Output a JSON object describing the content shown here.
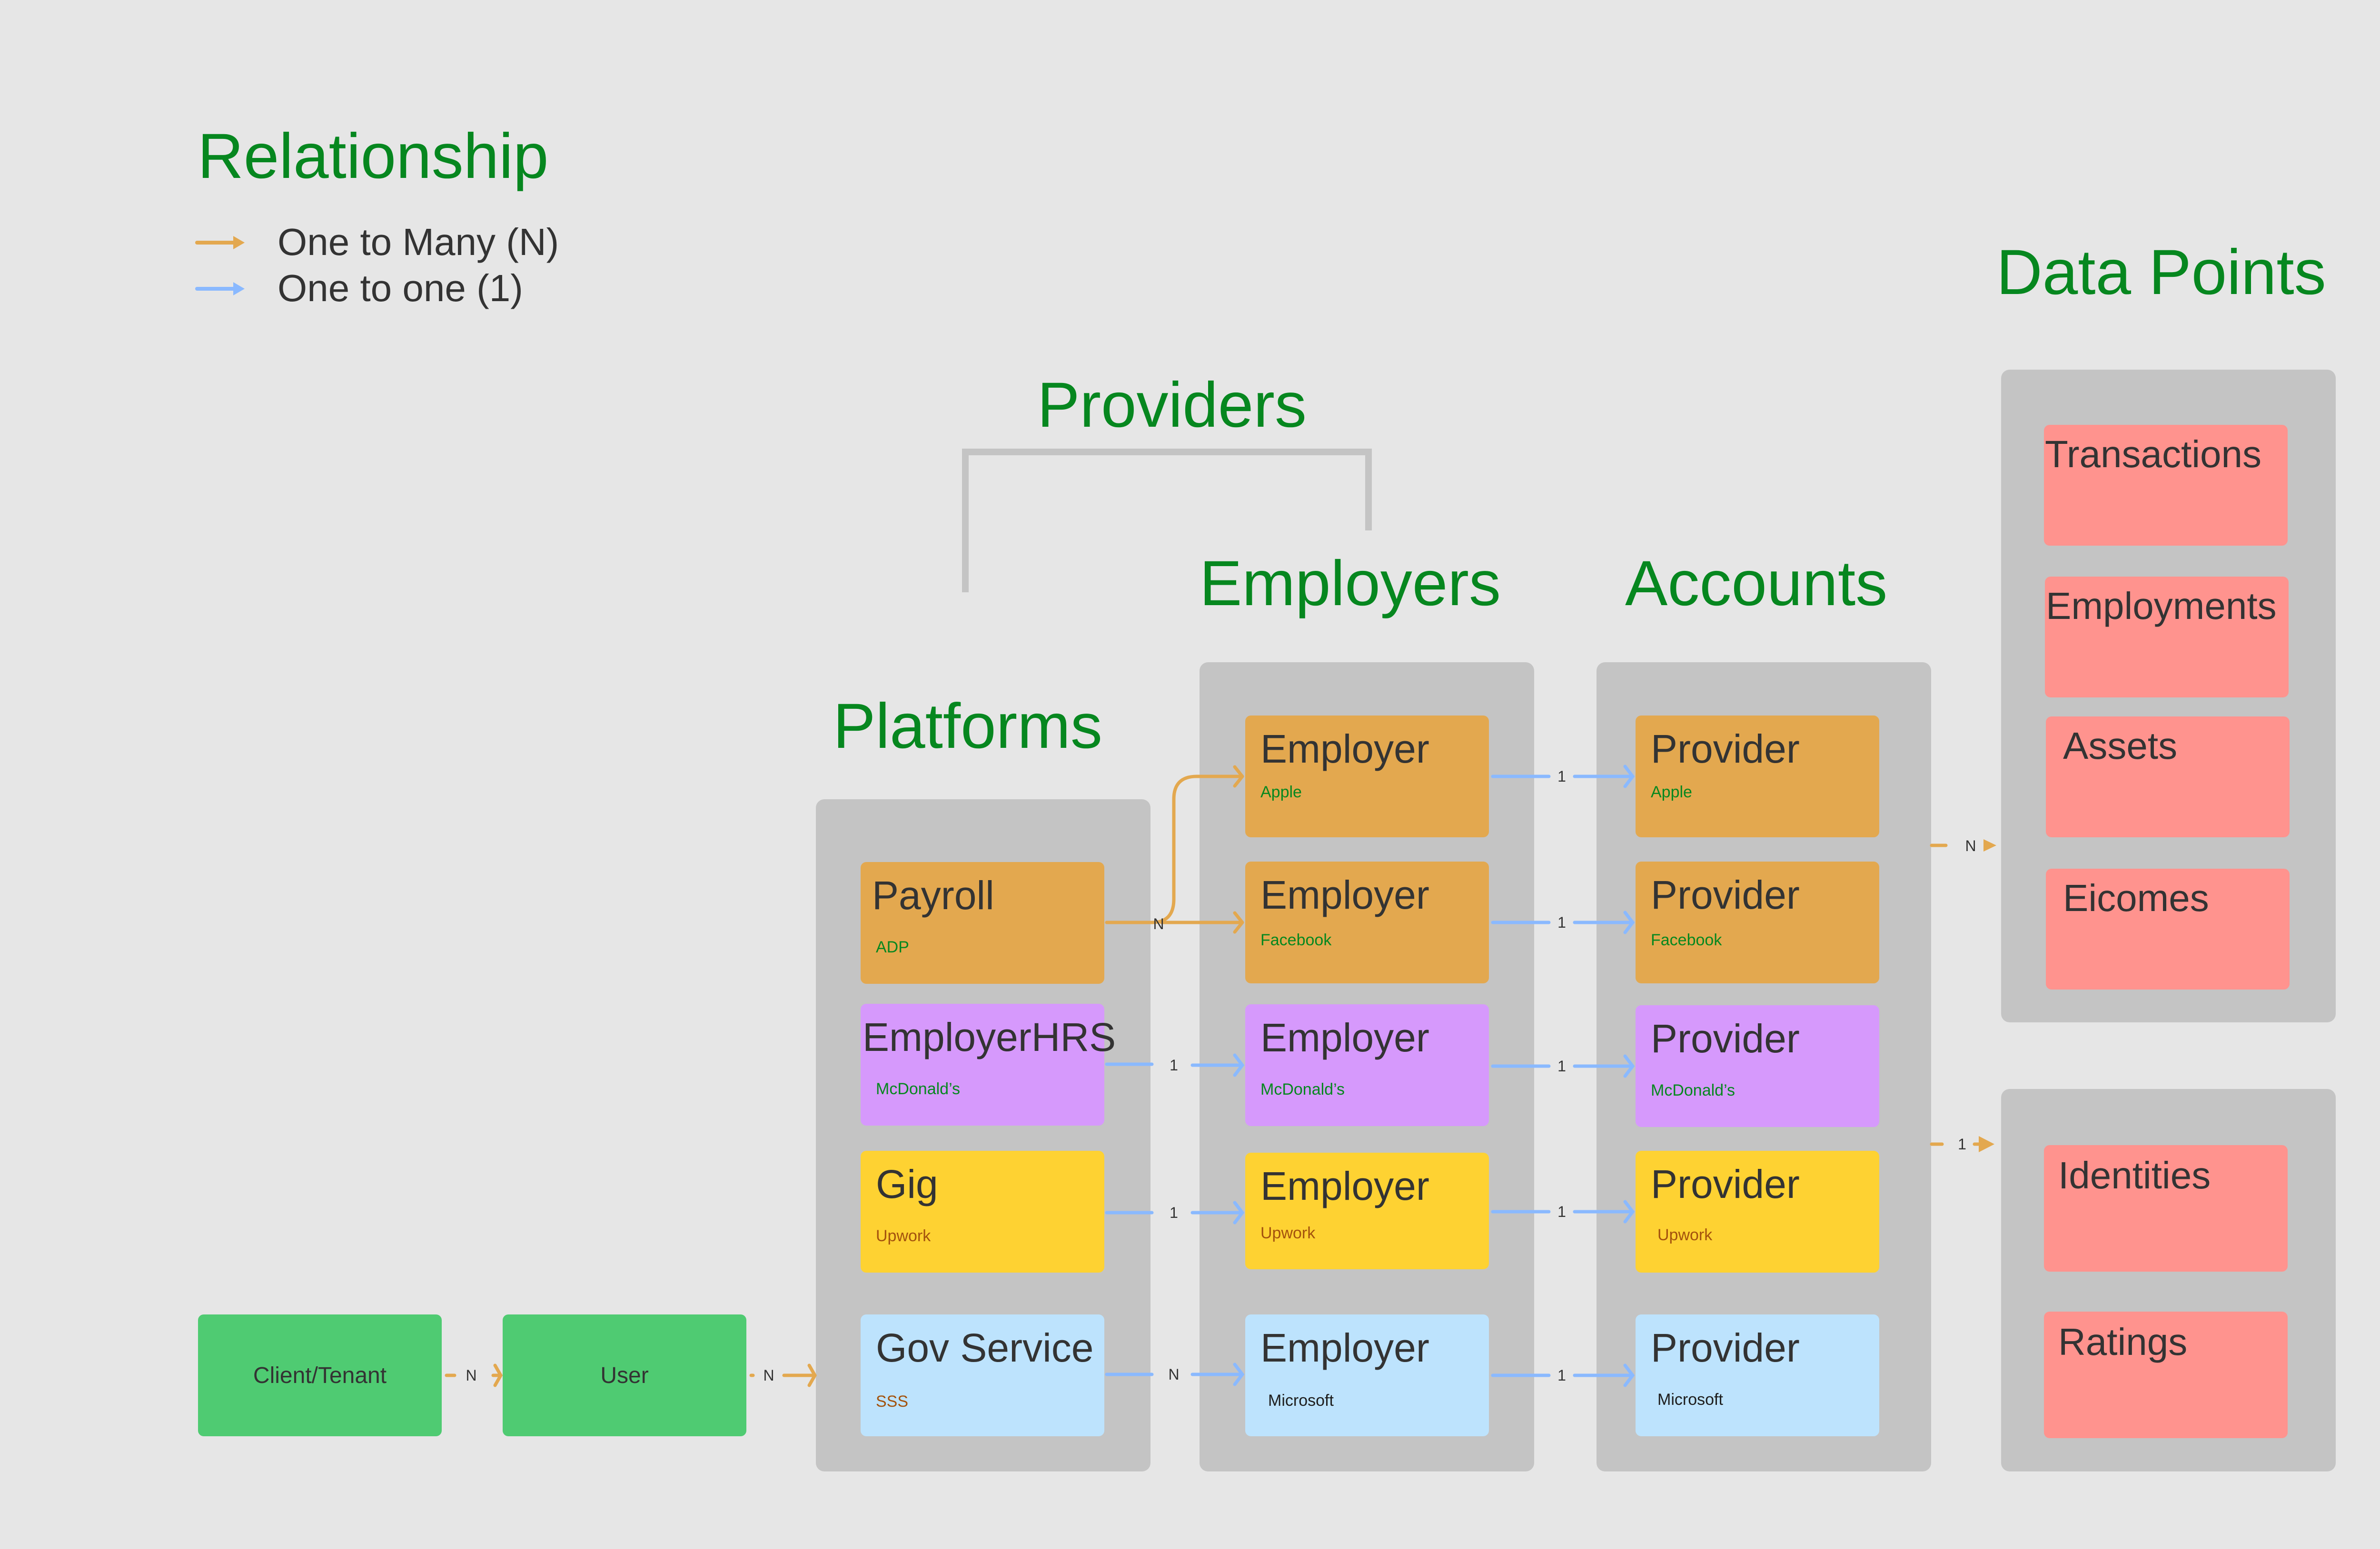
{
  "legend": {
    "title": "Relationship",
    "items": [
      {
        "label": "One to Many (N)",
        "color": "#e3a84f",
        "symbol": "N"
      },
      {
        "label": "One to one (1)",
        "color": "#8ab9ff",
        "symbol": "1"
      }
    ]
  },
  "headings": {
    "providers": "Providers",
    "platforms": "Platforms",
    "employers": "Employers",
    "accounts": "Accounts",
    "data_points": "Data Points"
  },
  "entities": {
    "client": "Client/Tenant",
    "user": "User"
  },
  "platforms": [
    {
      "title": "Payroll",
      "sub": "ADP",
      "color": "orange",
      "sub_color": "green"
    },
    {
      "title": "EmployerHRS",
      "sub": "McDonald’s",
      "color": "purple",
      "sub_color": "green"
    },
    {
      "title": "Gig",
      "sub": "Upwork",
      "color": "yellow",
      "sub_color": "brown"
    },
    {
      "title": "Gov Service",
      "sub": "SSS",
      "color": "blue",
      "sub_color": "brown"
    }
  ],
  "employers": [
    {
      "title": "Employer",
      "sub": "Apple",
      "color": "orange",
      "sub_color": "green"
    },
    {
      "title": "Employer",
      "sub": "Facebook",
      "color": "orange",
      "sub_color": "green"
    },
    {
      "title": "Employer",
      "sub": "McDonald’s",
      "color": "purple",
      "sub_color": "green"
    },
    {
      "title": "Employer",
      "sub": "Upwork",
      "color": "yellow",
      "sub_color": "brown"
    },
    {
      "title": "Employer",
      "sub": "Microsoft",
      "color": "blue",
      "sub_color": "black"
    }
  ],
  "accounts": [
    {
      "title": "Provider",
      "sub": "Apple",
      "color": "orange",
      "sub_color": "green"
    },
    {
      "title": "Provider",
      "sub": "Facebook",
      "color": "orange",
      "sub_color": "green"
    },
    {
      "title": "Provider",
      "sub": "McDonald’s",
      "color": "purple",
      "sub_color": "green"
    },
    {
      "title": "Provider",
      "sub": "Upwork",
      "color": "yellow",
      "sub_color": "brown"
    },
    {
      "title": "Provider",
      "sub": "Microsoft",
      "color": "blue",
      "sub_color": "black"
    }
  ],
  "data_points": {
    "group_many": [
      "Transactions",
      "Employments",
      "Assets",
      "Eicomes"
    ],
    "group_one": [
      "Identities",
      "Ratings"
    ]
  },
  "connections": {
    "client_to_user": "N",
    "user_to_platforms": "N",
    "payroll_to_employers": "N",
    "employerhrs_to_employer": "1",
    "gig_to_employer": "1",
    "gov_to_employer": "N",
    "employer_to_provider": [
      "1",
      "1",
      "1",
      "1",
      "1"
    ],
    "accounts_to_data_many": "N",
    "accounts_to_data_one": "1"
  },
  "colors": {
    "heading": "#06871f",
    "one_to_many": "#e3a84f",
    "one_to_one": "#8ab9ff",
    "panel": "#c4c4c4",
    "background": "#e6e6e6"
  }
}
